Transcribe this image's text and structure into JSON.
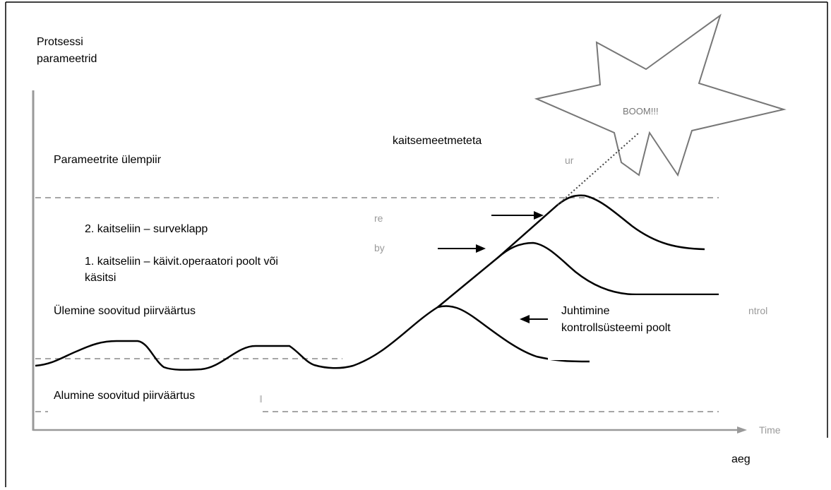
{
  "y_axis_title": [
    "Protsessi",
    "parameetrid"
  ],
  "x_axis_label": "aeg",
  "x_axis_faded_label": "Time",
  "star_text": "BOOM!!!",
  "labels": {
    "upper_limit": "Parameetrite ülempiir",
    "no_protection": "kaitsemeetmeteta",
    "second_line": "2. kaitseliin – surveklapp",
    "first_line": [
      "1. kaitseliin – käivit.operaatori poolt või",
      "käsitsi"
    ],
    "upper_allowed": "Ülemine soovitud piirväärtus",
    "control": [
      "Juhtimine",
      "kontrollsüsteemi poolt"
    ],
    "lower_allowed": "Alumine soovitud piirväärtus"
  },
  "faded_fragments": {
    "right_of_no_protection": "ur",
    "right_of_second_line": "re",
    "right_of_first_line": "by",
    "right_of_control": "ntrol",
    "right_of_lower_allowed": "ll"
  },
  "colors": {
    "curve": "#000000",
    "dashed_line": "#888888",
    "axis": "#999999",
    "faded_text": "#9a9a9a",
    "star_stroke": "#777777",
    "border": "#000000"
  }
}
